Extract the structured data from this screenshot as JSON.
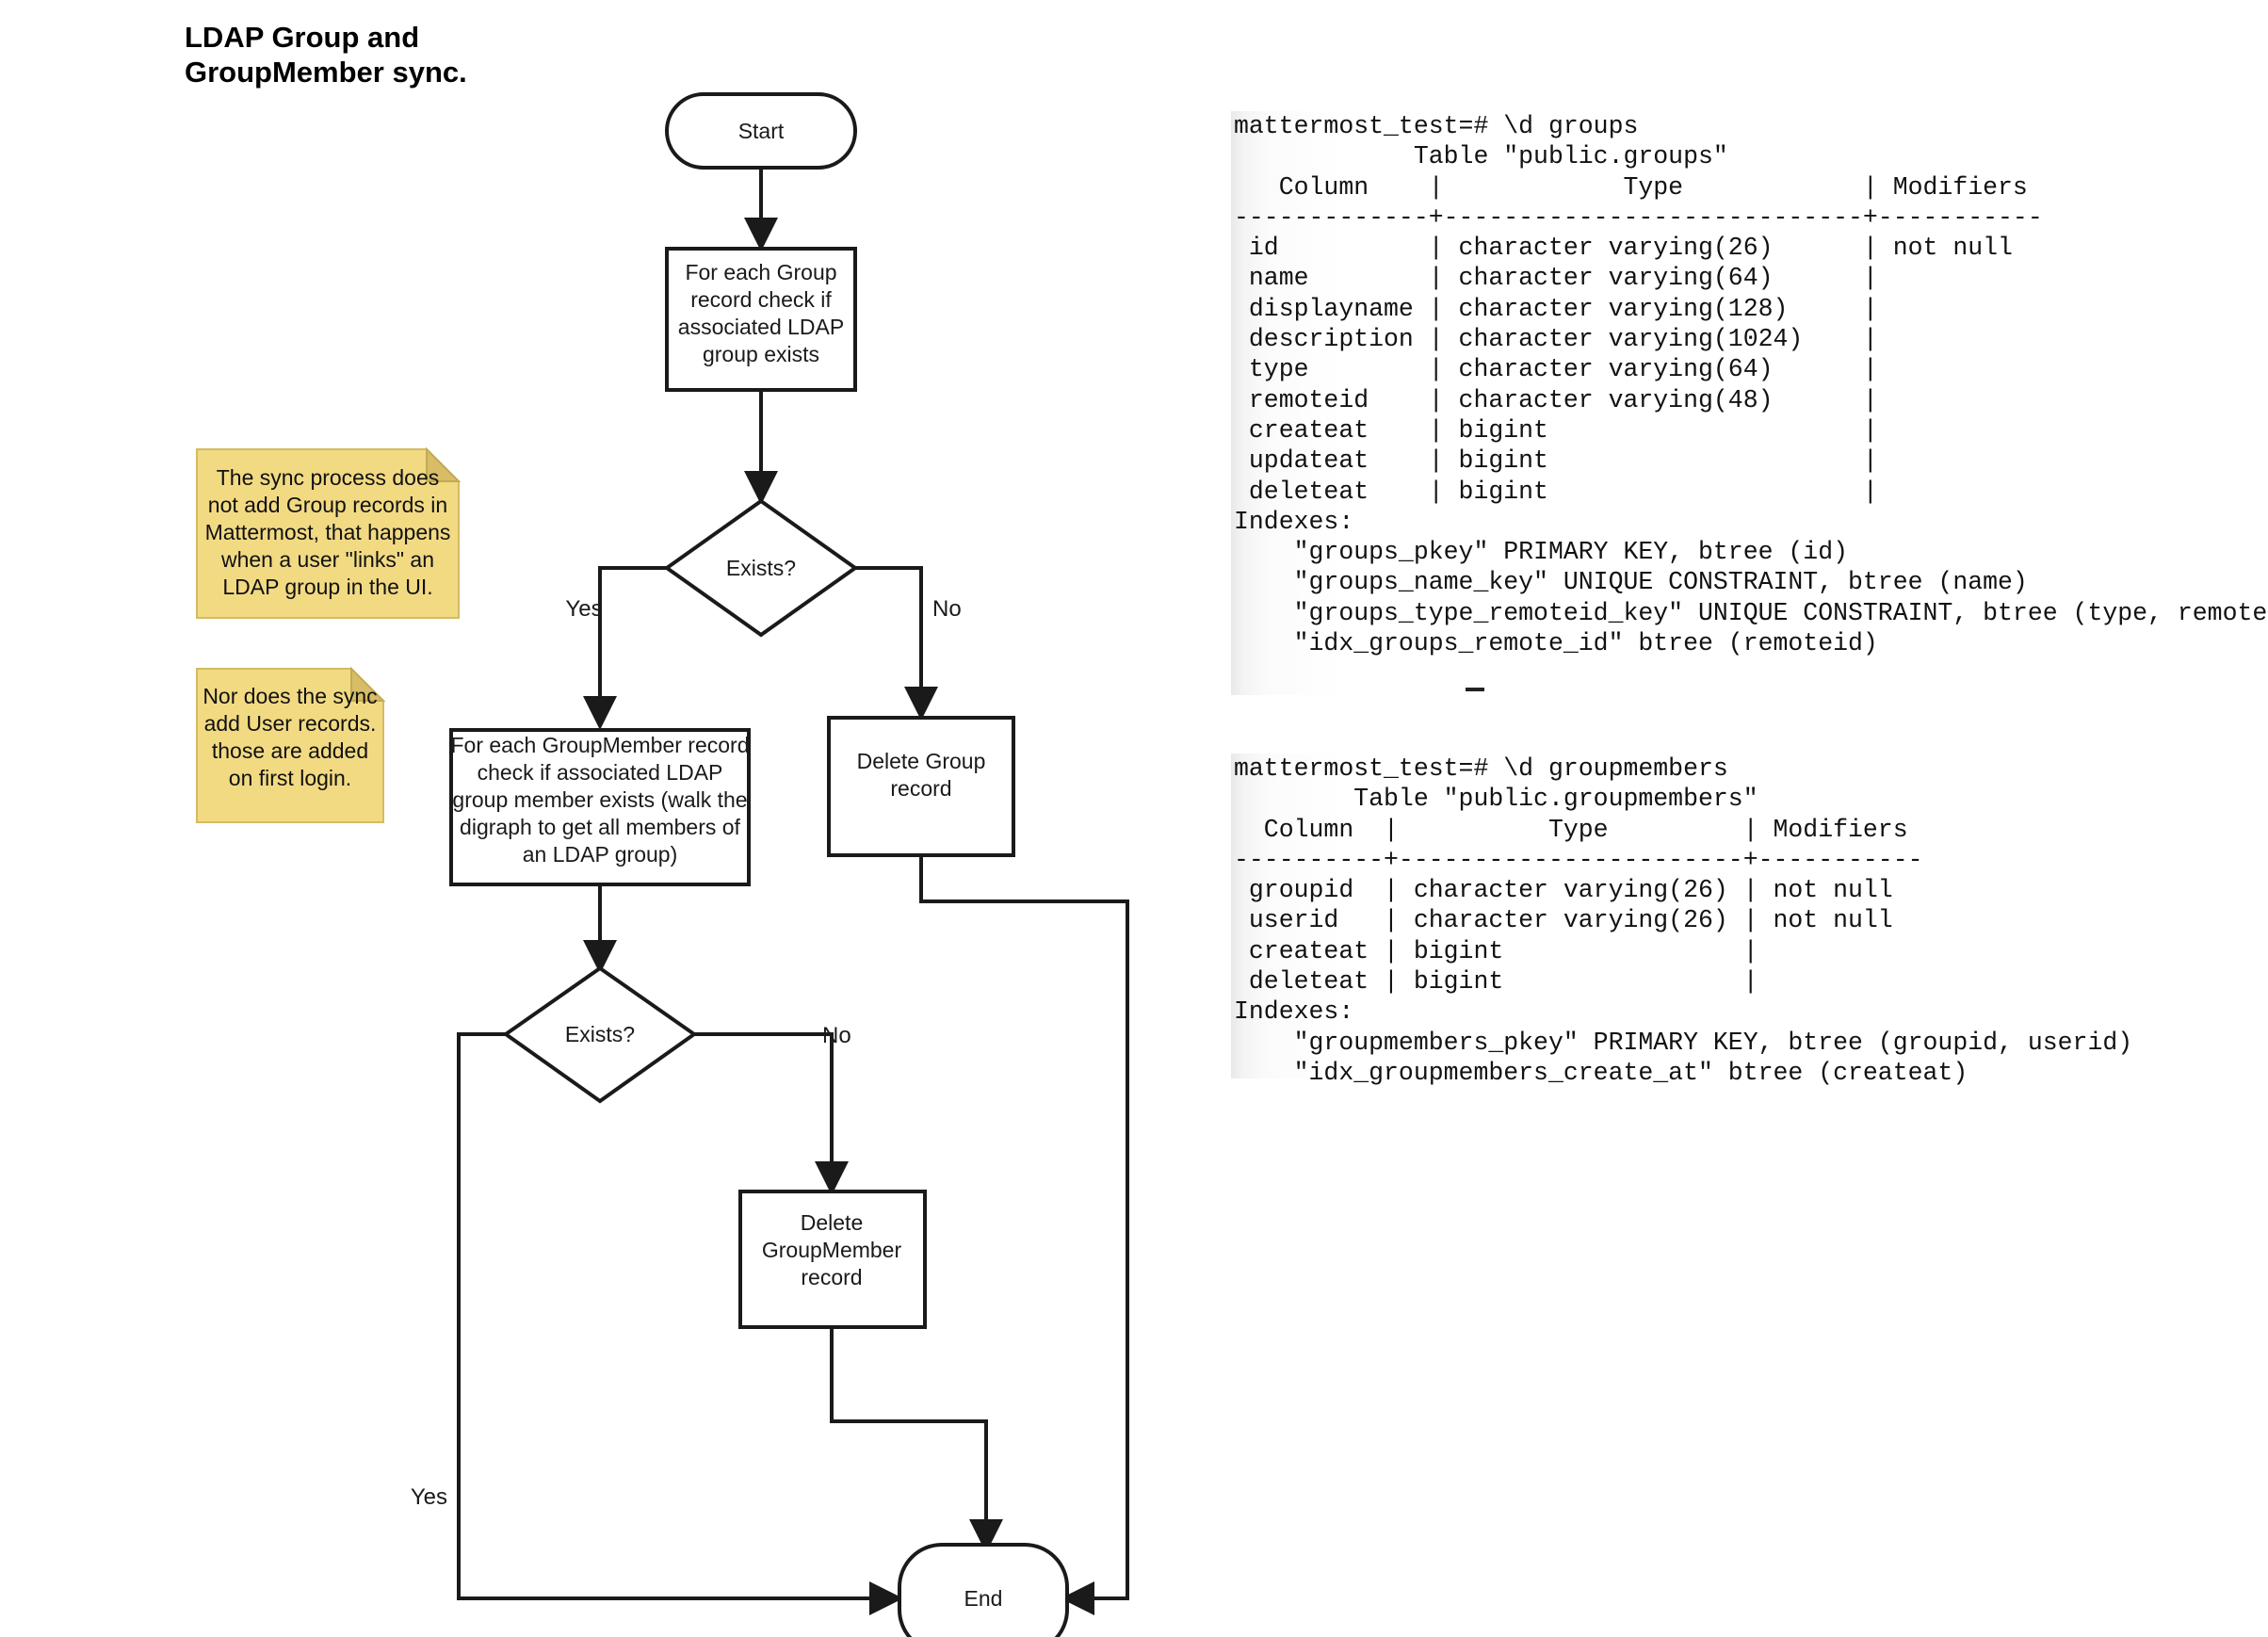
{
  "title": "LDAP Group and\nGroupMember sync.",
  "flowchart": {
    "nodes": {
      "start": "Start",
      "for_each_group": "For each Group\nrecord check if\nassociated LDAP\ngroup exists",
      "exists_1": "Exists?",
      "for_each_groupmember": "For each GroupMember record\ncheck if associated LDAP\ngroup member exists (walk the\ndigraph to get all members of\nan LDAP group)",
      "delete_group": "Delete Group\nrecord",
      "exists_2": "Exists?",
      "delete_groupmember": "Delete\nGroupMember\nrecord",
      "end": "End"
    },
    "edge_labels": {
      "exists1_yes": "Yes",
      "exists1_no": "No",
      "exists2_no": "No",
      "exists2_yes": "Yes"
    },
    "notes": [
      "The sync process does\nnot add Group records in\nMattermost, that happens\nwhen a user \"links\" an\nLDAP group in the UI.",
      "Nor does the sync\nadd User records.\nthose are added\non first login."
    ],
    "colors": {
      "note_fill": "#f2da83",
      "note_fold": "#d6bd66",
      "stroke": "#1a1a1a",
      "node_fill": "#ffffff"
    }
  },
  "terminals": [
    {
      "name": "groups-table",
      "text": "mattermost_test=# \\d groups\n            Table \"public.groups\"\n   Column    |            Type            | Modifiers\n-------------+----------------------------+-----------\n id          | character varying(26)      | not null\n name        | character varying(64)      |\n displayname | character varying(128)     |\n description | character varying(1024)    |\n type        | character varying(64)      |\n remoteid    | character varying(48)      |\n createat    | bigint                     |\n updateat    | bigint                     |\n deleteat    | bigint                     |\nIndexes:\n    \"groups_pkey\" PRIMARY KEY, btree (id)\n    \"groups_name_key\" UNIQUE CONSTRAINT, btree (name)\n    \"groups_type_remoteid_key\" UNIQUE CONSTRAINT, btree (type, remoteid)\n    \"idx_groups_remote_id\" btree (remoteid)"
    },
    {
      "name": "groupmembers-table",
      "text": "mattermost_test=# \\d groupmembers\n        Table \"public.groupmembers\"\n  Column  |          Type         | Modifiers\n----------+-----------------------+-----------\n groupid  | character varying(26) | not null\n userid   | character varying(26) | not null\n createat | bigint                |\n deleteat | bigint                |\nIndexes:\n    \"groupmembers_pkey\" PRIMARY KEY, btree (groupid, userid)\n    \"idx_groupmembers_create_at\" btree (createat)"
    }
  ]
}
